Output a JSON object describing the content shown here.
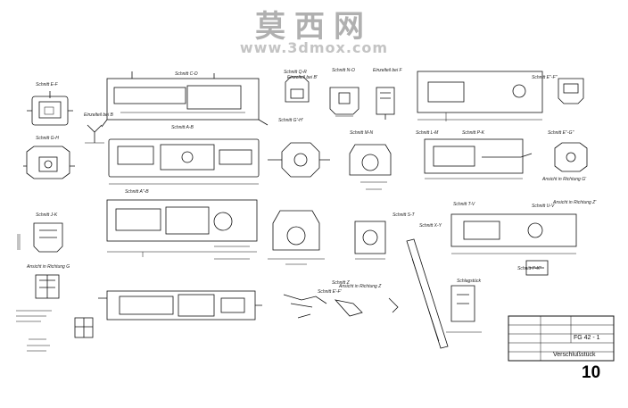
{
  "watermark": {
    "chinese": "莫西网",
    "url": "www.3dmox.com"
  },
  "page_number": "10",
  "view_labels": [
    "Schnitt E-F",
    "Schnitt G-H",
    "Schnitt J-K",
    "Ansicht in Richtung G",
    "Schnitt C-D",
    "Einzelteil bei B",
    "Schnitt A-B",
    "Schnitt A\"-B",
    "Schnitt N-O",
    "Einzelteil bei F",
    "Schnitt M-N",
    "Schnitt L-M",
    "Schnitt P-K",
    "Schnitt Q-R",
    "Schnitt E'-F'",
    "Schnitt G'-H'",
    "Schnitt S-T",
    "Schnitt T-V",
    "Schnitt U-V",
    "Schnitt X-Y",
    "Schnitt Z",
    "Ansicht in Richtung Z",
    "Schnitt E''-F''",
    "Schnitt E''-G''",
    "Schnitt I''-K''",
    "Schlagstück",
    "Ansicht in Richtung G'",
    "Ansicht in Richtung Z'",
    "Einzelteil bei B'"
  ],
  "title_block": {
    "drawing_number": "FG 42 - 1",
    "part_name": "Verschlußstück"
  }
}
